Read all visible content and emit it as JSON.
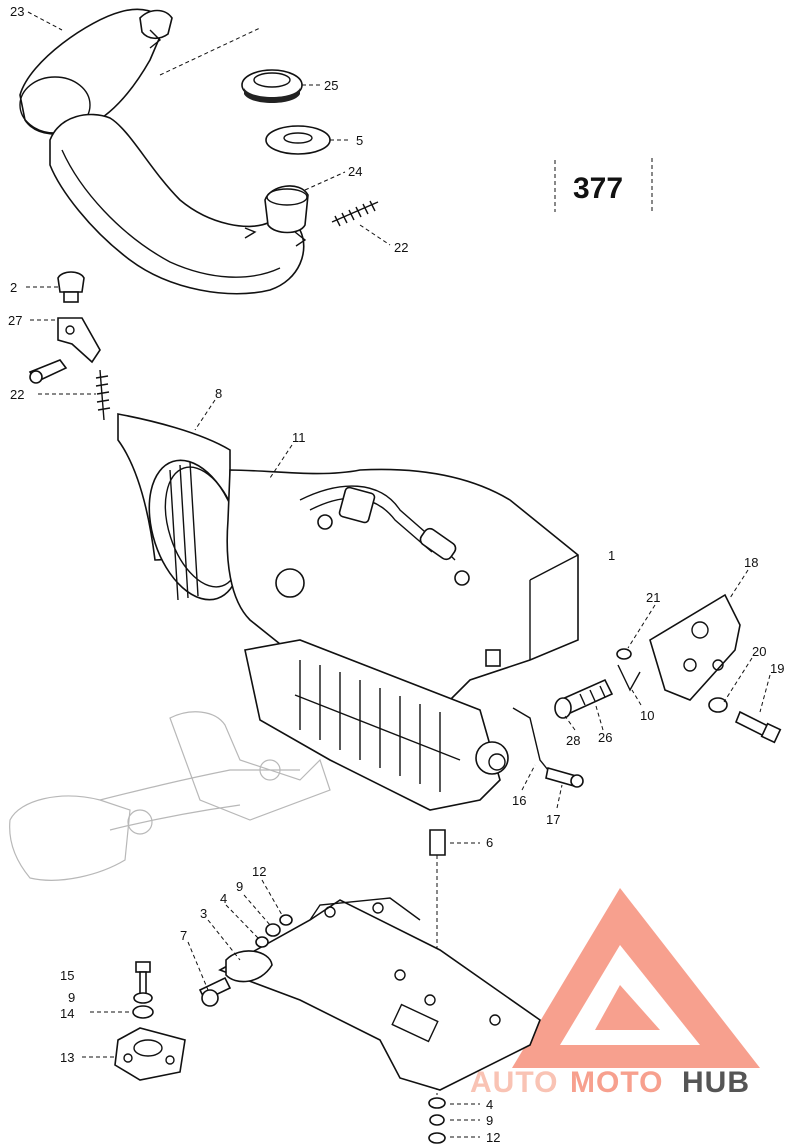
{
  "diagram": {
    "model_number": "377",
    "labels": {
      "l23": "23",
      "l25": "25",
      "l5": "5",
      "l24": "24",
      "l22a": "22",
      "l2": "2",
      "l27": "27",
      "l22b": "22",
      "l8": "8",
      "l11": "11",
      "l1": "1",
      "l18": "18",
      "l21": "21",
      "l20": "20",
      "l19": "19",
      "l10": "10",
      "l28": "28",
      "l26": "26",
      "l16": "16",
      "l17": "17",
      "l6": "6",
      "l12a": "12",
      "l9a": "9",
      "l4a": "4",
      "l3": "3",
      "l7": "7",
      "l15": "15",
      "l9b": "9",
      "l14": "14",
      "l13": "13",
      "l4b": "4",
      "l9c": "9",
      "l12b": "12"
    }
  },
  "watermark": {
    "text_auto": "AUTO",
    "text_moto": "MOTO",
    "text_hub": "HUB",
    "color_primary": "#f7a08e",
    "color_light": "#f9c3b4",
    "color_hub": "#555555"
  }
}
